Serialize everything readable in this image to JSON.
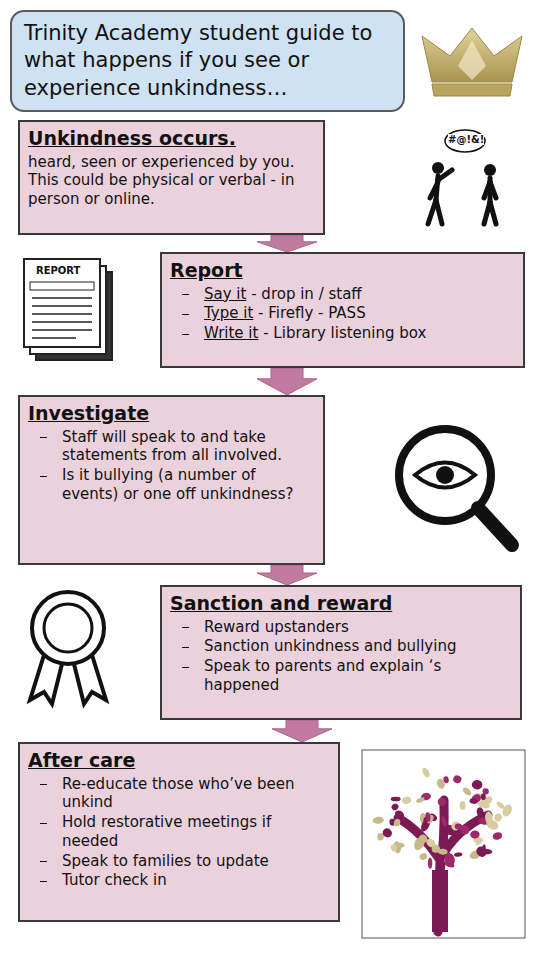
{
  "diagram": {
    "title": "Trinity Academy student guide to what happens if you see or experience unkindness…",
    "nodes": [
      {
        "text": [
          "Unkindness occurs.",
          "heard, seen or experienced by you. This could be physical or verbal - in person or online."
        ]
      },
      {
        "text": [
          "Report",
          "Say it - drop in / staff",
          "Type it - Firefly - PASS",
          "Write it - Library listening box"
        ]
      },
      {
        "text": [
          "Investigate",
          "Staff will speak to and take statements from all involved.",
          "Is it bullying (a number of events) or one off unkindness?"
        ]
      },
      {
        "text": [
          "Sanction and reward",
          "Reward upstanders",
          "Sanction unkindness and bullying",
          "Speak to parents and explain ‘s happened"
        ]
      },
      {
        "text": [
          "After care",
          "Re-educate those who’ve been unkind",
          "Hold restorative meetings if needed",
          "Speak to families to update",
          "Tutor check in"
        ]
      }
    ],
    "edges": [
      {
        "from": 0,
        "to": 1,
        "arrow": "to"
      },
      {
        "from": 1,
        "to": 2,
        "arrow": "to"
      },
      {
        "from": 2,
        "to": 3,
        "arrow": "to"
      },
      {
        "from": 3,
        "to": 4,
        "arrow": "to"
      }
    ],
    "labels": [
      "#@!&!",
      "REPORT"
    ]
  }
}
